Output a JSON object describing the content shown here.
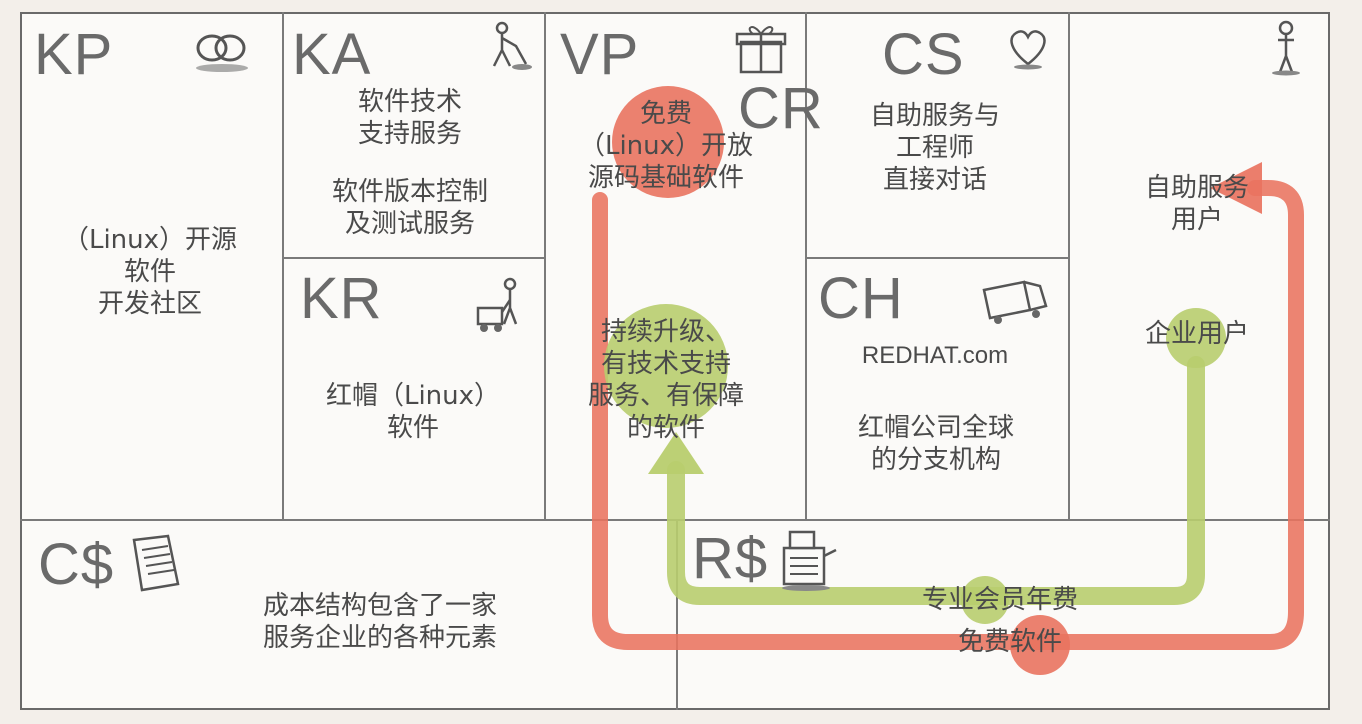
{
  "canvas": {
    "KP": {
      "code": "KP",
      "text": "（Linux）开源\n软件\n开发社区",
      "icon": "rings-icon"
    },
    "KA": {
      "code": "KA",
      "text_1": "软件技术\n支持服务",
      "text_2": "软件版本控制\n及测试服务",
      "icon": "worker-mopping-icon"
    },
    "KR": {
      "code": "KR",
      "text": "红帽（Linux）\n软件",
      "icon": "worker-machine-icon"
    },
    "VP": {
      "code": "VP",
      "text_top": "免费\n（Linux）开放\n源码基础软件",
      "text_mid": "持续升级、\n有技术支持\n服务、有保障\n的软件",
      "icon": "gift-box-icon"
    },
    "CR": {
      "code": "CR",
      "text": "自助服务与\n工程师\n直接对话",
      "icon": "heart-icon"
    },
    "CS_code": "CS",
    "CH": {
      "code": "CH",
      "text_site": "REDHAT.com",
      "text": "红帽公司全球\n的分支机构",
      "icon": "truck-icon"
    },
    "CS": {
      "text_top": "自助服务\n用户",
      "text_mid": "企业用户",
      "icon": "person-icon"
    },
    "C$": {
      "code": "C$",
      "text": "成本结构包含了一家\n服务企业的各种元素",
      "icon": "receipt-icon"
    },
    "R$": {
      "code": "R$",
      "text_1": "专业会员年费",
      "text_2": "免费软件",
      "icon": "cash-register-icon"
    }
  },
  "colors": {
    "red_flow": "#e9735f",
    "green_flow": "#b8cd6e",
    "text": "#4a4a4a",
    "code": "#6a6a6a"
  }
}
